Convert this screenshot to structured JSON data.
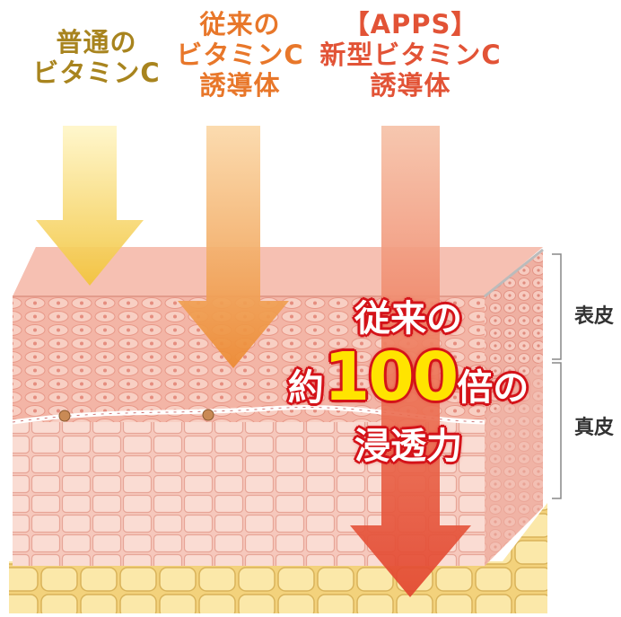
{
  "labels": {
    "normal": {
      "line1": "普通の",
      "line2": "ビタミンC",
      "color": "#a8841e"
    },
    "conventional": {
      "line1": "従来の",
      "line2": "ビタミンC",
      "line3": "誘導体",
      "color": "#e8772a"
    },
    "apps": {
      "line1": "【APPS】",
      "line2": "新型ビタミンC",
      "line3": "誘導体",
      "color": "#e25336"
    }
  },
  "layers": {
    "epidermis": "表皮",
    "dermis": "真皮"
  },
  "callout": {
    "line1": "従来の",
    "prefix": "約",
    "number": "100",
    "suffix": "倍の",
    "line3": "浸透力"
  },
  "colors": {
    "callout_outline": "#d4141a",
    "callout_number": "#ffe400"
  }
}
